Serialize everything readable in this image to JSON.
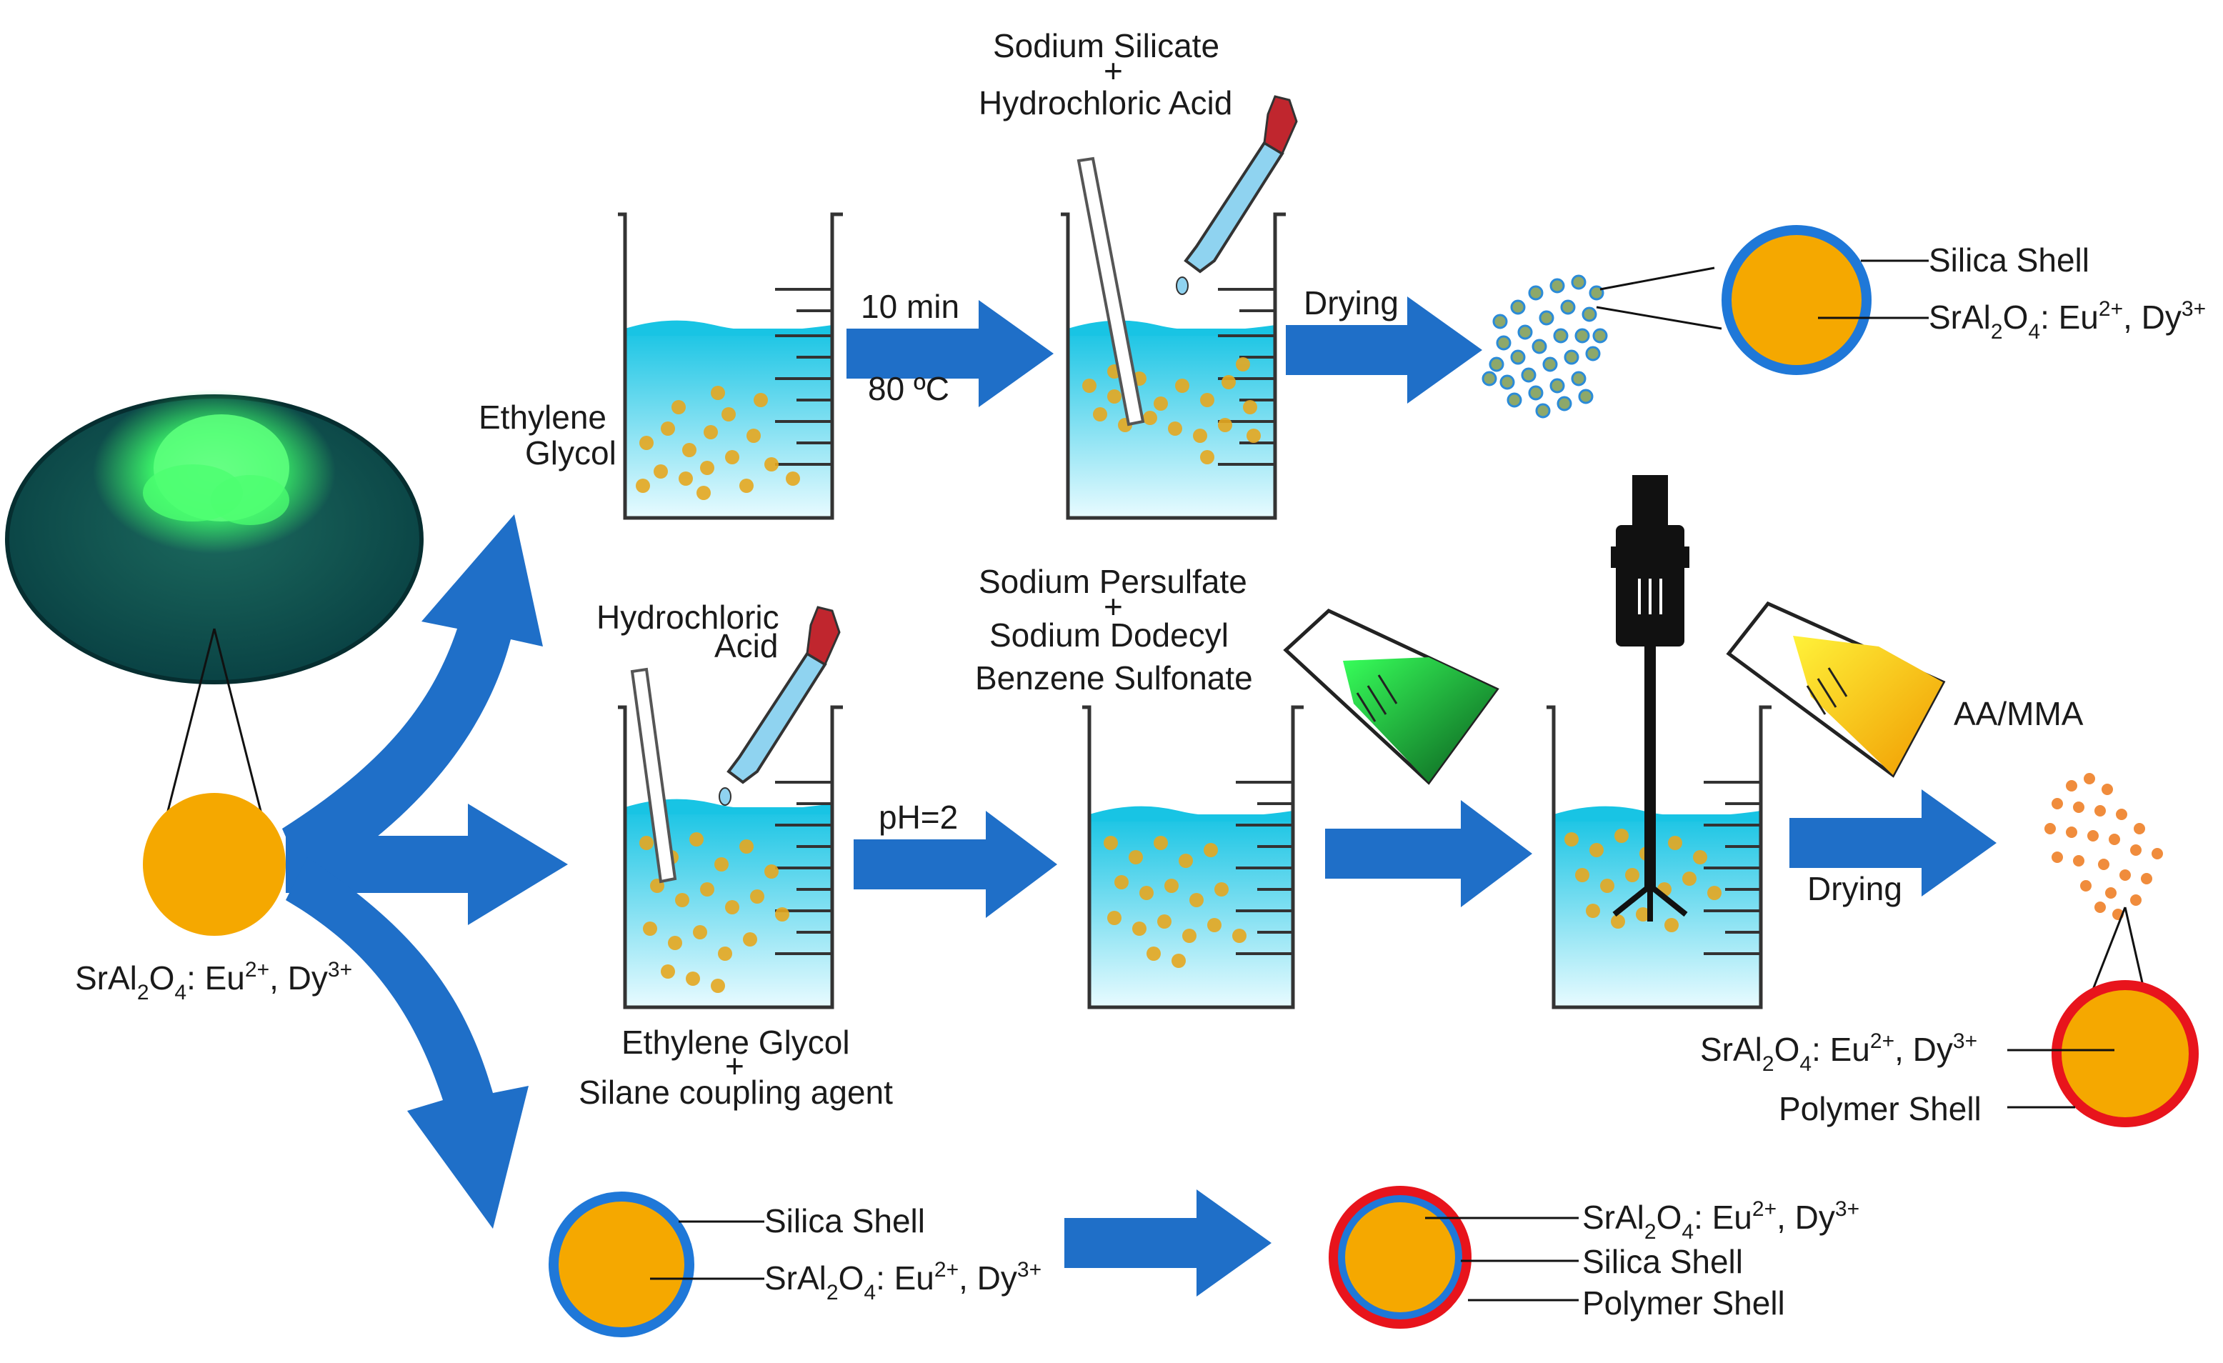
{
  "colors": {
    "core": "#f5a800",
    "silica": "#1f78d8",
    "polymer": "#e8141c",
    "arrow": "#1f6fc8",
    "liquid": "#28c8e6",
    "glow": "#3dff6a",
    "dish": "#0b4a4a"
  },
  "icons": [
    "beaker-icon",
    "dropper-icon",
    "flask-icon",
    "stirrer-icon",
    "glass-rod-icon"
  ],
  "formula": {
    "main": "SrAl",
    "sub1": "2",
    "mid": "O",
    "sub2": "4",
    "tail": ": Eu",
    "sup1": "2+",
    "tail2": ", Dy",
    "sup2": "3+"
  },
  "labels": {
    "sodium_silicate": "Sodium Silicate",
    "plus": "+",
    "hydrochloric_acid": "Hydrochloric Acid",
    "ethylene": "Ethylene",
    "glycol": "Glycol",
    "time": "10 min",
    "temp": "80 ºC",
    "drying": "Drying",
    "silica_shell": "Silica Shell",
    "hydrochloric": "Hydrochloric",
    "acid": "Acid",
    "sodium_persulfate": "Sodium Persulfate",
    "sodium_dodecyl": "Sodium Dodecyl",
    "benzene_sulfonate": "Benzene Sulfonate",
    "ph": "pH=2",
    "aa_mma": "AA/MMA",
    "ethylene_glycol": "Ethylene Glycol",
    "silane": "Silane coupling agent",
    "polymer_shell": "Polymer Shell"
  }
}
